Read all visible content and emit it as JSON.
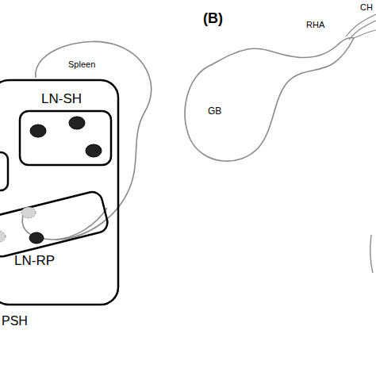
{
  "diagram": {
    "nodes": [
      {
        "text": [
          "PSH"
        ]
      },
      {
        "text": [
          "LN-SH"
        ],
        "in": 0
      },
      {
        "text": [
          "LN-RP"
        ],
        "in": 0
      }
    ],
    "labels": [
      "Spleen",
      "(B)",
      "RHA",
      "GB",
      "CH"
    ]
  }
}
